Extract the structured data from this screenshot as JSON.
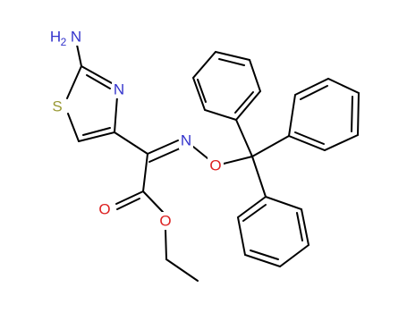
{
  "molecule": {
    "atoms": {
      "amino_n": "N",
      "amino_h": "H",
      "amino_h_count": "2",
      "thiazole_s": "S",
      "thiazole_n": "N",
      "oxime_n": "N",
      "oxime_o": "O",
      "carbonyl_o": "O",
      "ester_o": "O"
    },
    "colors": {
      "bond": "#000000",
      "nitrogen": "#3333cc",
      "sulfur": "#999933",
      "oxygen": "#dd2222",
      "background": "#ffffff"
    }
  }
}
